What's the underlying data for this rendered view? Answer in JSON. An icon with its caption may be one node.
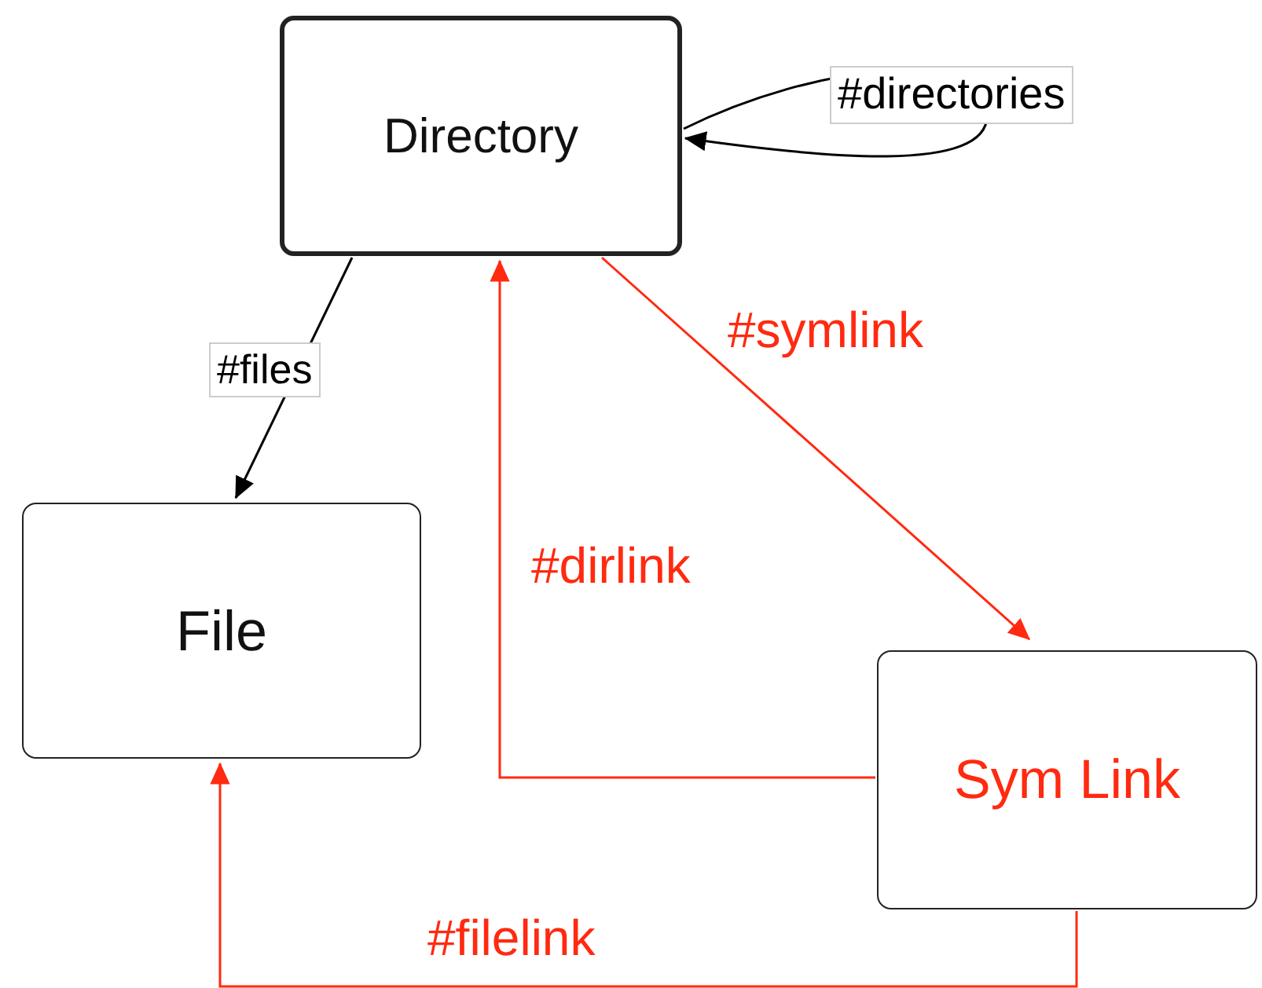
{
  "diagram": {
    "nodes": [
      {
        "text": [
          "Directory"
        ]
      },
      {
        "text": [
          "File"
        ]
      },
      {
        "text": [
          "Sym Link"
        ]
      }
    ],
    "edges": [
      {
        "from": 0,
        "to": 0,
        "arrow": "to",
        "label": "#directories",
        "color": "#000000"
      },
      {
        "from": 0,
        "to": 1,
        "arrow": "to",
        "label": "#files",
        "color": "#000000"
      },
      {
        "from": 0,
        "to": 2,
        "arrow": "to",
        "label": "#symlink"
      },
      {
        "from": 2,
        "to": 0,
        "arrow": "to",
        "label": "#dirlink"
      },
      {
        "from": 2,
        "to": 1,
        "arrow": "to",
        "label": "#filelink"
      }
    ]
  }
}
